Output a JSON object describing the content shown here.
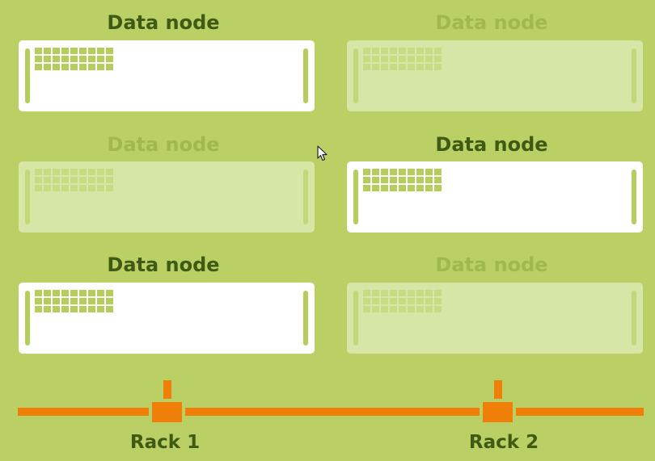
{
  "nodes": [
    {
      "label": "Data node",
      "state": "active"
    },
    {
      "label": "Data node",
      "state": "dim"
    },
    {
      "label": "Data node",
      "state": "dim"
    },
    {
      "label": "Data node",
      "state": "active"
    },
    {
      "label": "Data node",
      "state": "active"
    },
    {
      "label": "Data node",
      "state": "dim"
    }
  ],
  "racks": [
    {
      "label": "Rack 1"
    },
    {
      "label": "Rack 2"
    }
  ],
  "colors": {
    "background": "#bad064",
    "active_title": "#3f5a12",
    "dim_title": "#9fb84f",
    "network": "#f07f0a"
  },
  "icons": [
    "mouse-pointer-icon"
  ]
}
